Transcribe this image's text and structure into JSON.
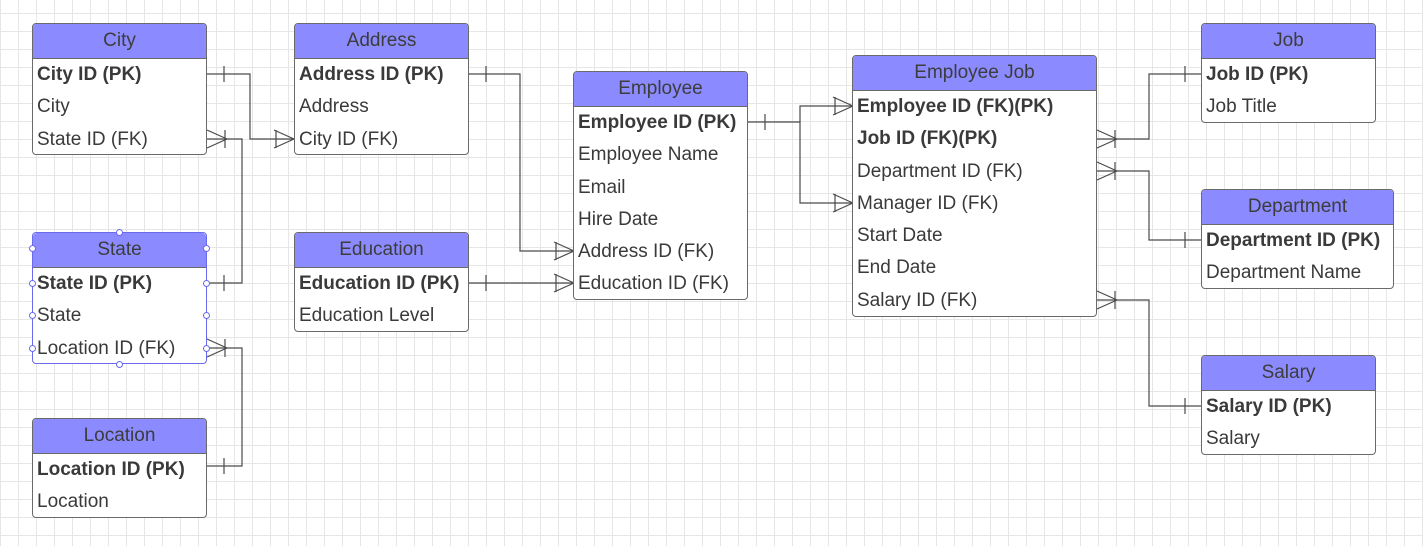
{
  "entities": {
    "city": {
      "title": "City",
      "rows": [
        "City ID (PK)",
        "City",
        "State ID (FK)"
      ]
    },
    "address": {
      "title": "Address",
      "rows": [
        "Address ID (PK)",
        "Address",
        "City ID (FK)"
      ]
    },
    "employee": {
      "title": "Employee",
      "rows": [
        "Employee ID (PK)",
        "Employee Name",
        "Email",
        "Hire Date",
        "Address ID (FK)",
        "Education ID (FK)"
      ]
    },
    "employee_job": {
      "title": "Employee Job",
      "rows": [
        "Employee ID (FK)(PK)",
        "Job ID (FK)(PK)",
        "Department ID (FK)",
        "Manager ID (FK)",
        "Start Date",
        "End Date",
        "Salary ID (FK)"
      ]
    },
    "job": {
      "title": "Job",
      "rows": [
        "Job ID (PK)",
        "Job Title"
      ]
    },
    "state": {
      "title": "State",
      "rows": [
        "State ID (PK)",
        "State",
        "Location ID (FK)"
      ]
    },
    "education": {
      "title": "Education",
      "rows": [
        "Education ID (PK)",
        "Education Level"
      ]
    },
    "department": {
      "title": "Department",
      "rows": [
        "Department ID (PK)",
        "Department Name"
      ]
    },
    "location": {
      "title": "Location",
      "rows": [
        "Location ID (PK)",
        "Location"
      ]
    },
    "salary": {
      "title": "Salary",
      "rows": [
        "Salary ID (PK)",
        "Salary"
      ]
    }
  },
  "colors": {
    "header": "#8b8bff",
    "border": "#6a6a6a",
    "line": "#4a4a4a",
    "selection": "#6a6aee",
    "grid": "#e6e6e6"
  }
}
